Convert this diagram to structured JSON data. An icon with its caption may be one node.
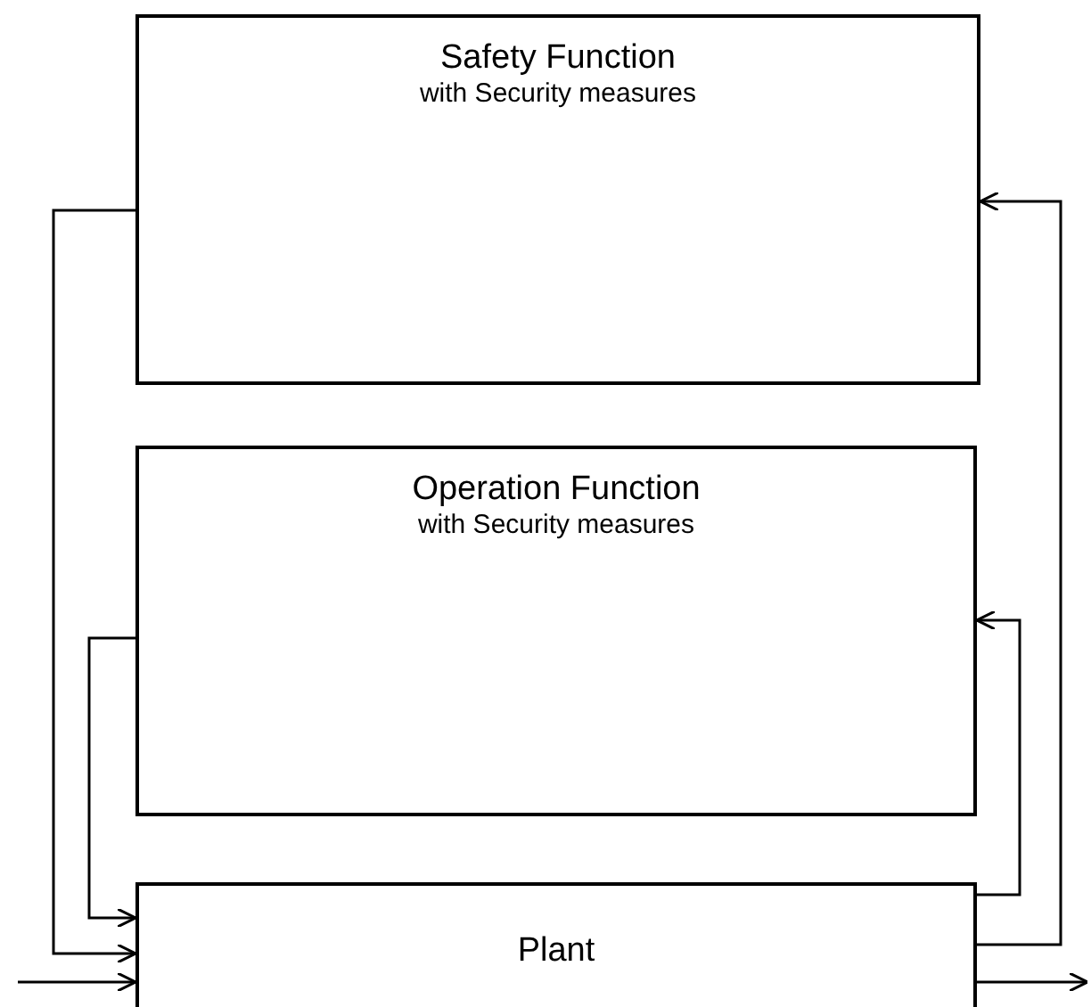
{
  "diagram": {
    "nodes": [
      {
        "text": [
          "Safety Function",
          "with Security measures"
        ]
      },
      {
        "text": [
          "Operation Function",
          "with Security measures"
        ]
      },
      {
        "text": [
          "Plant"
        ]
      }
    ],
    "edges": [
      {
        "from": 0,
        "to": 2,
        "arrow": "to"
      },
      {
        "from": 1,
        "to": 2,
        "arrow": "to"
      },
      {
        "from": 2,
        "to": 0,
        "arrow": "to"
      },
      {
        "from": 2,
        "to": 1,
        "arrow": "to"
      },
      {
        "from": null,
        "to": 2,
        "arrow": "to"
      },
      {
        "from": 2,
        "to": null,
        "arrow": "to"
      }
    ]
  }
}
